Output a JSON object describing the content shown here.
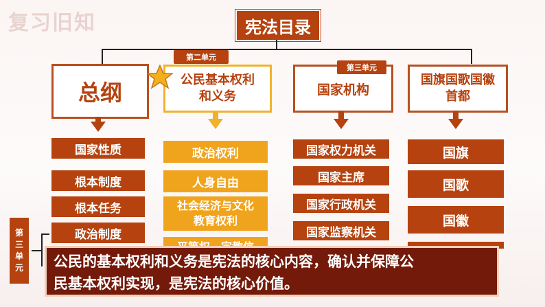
{
  "header": {
    "title": "复习旧知"
  },
  "root": {
    "title": "宪法目录"
  },
  "columns": [
    {
      "title": "总纲",
      "tag": "",
      "items": [
        "国家性质",
        "根本制度",
        "根本任务",
        "政治制度"
      ]
    },
    {
      "title_line1": "公民基本权利",
      "title_line2": "和义务",
      "tag": "第二单元",
      "items": [
        "政治权利",
        "人身自由",
        "社会经济与文化",
        "教育权利",
        "平等权、宗教信"
      ]
    },
    {
      "title": "国家机构",
      "tag": "第三单元",
      "items": [
        "国家权力机关",
        "国家主席",
        "国家行政机关",
        "国家监察机关"
      ]
    },
    {
      "title_line1": "国旗国歌国徽",
      "title_line2": "首都",
      "tag": "",
      "items": [
        "国旗",
        "国歌",
        "国徽"
      ]
    }
  ],
  "side_tag": {
    "chars": [
      "第",
      "三",
      "单",
      "元"
    ]
  },
  "summary": {
    "line1": "公民的基本权利和义务是宪法的核心内容，确认并保障公",
    "line2": "民基本权利实现，是宪法的核心价值。"
  },
  "colors": {
    "primary": "#b5420f",
    "gold": "#f0a41e",
    "overlay": "#741a0a"
  },
  "icons": {
    "star": "star-icon"
  }
}
